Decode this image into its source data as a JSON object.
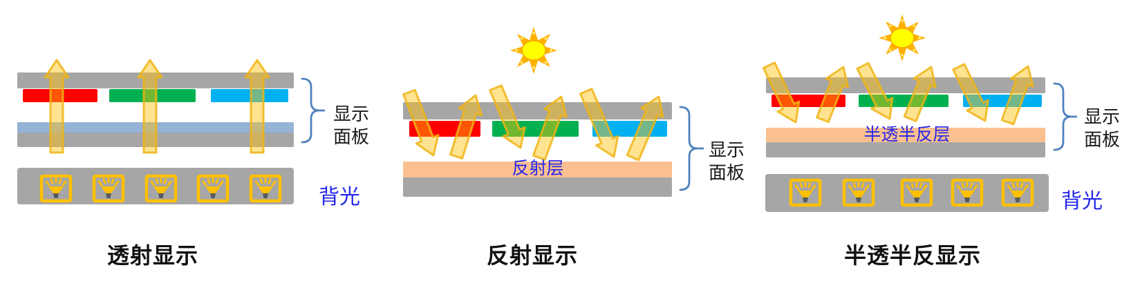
{
  "figure": {
    "background": "#ffffff",
    "panels": [
      {
        "id": "transmissive",
        "title": "透射显示",
        "brace_label_line1": "显示",
        "brace_label_line2": "面板",
        "backlight_label": "背光",
        "lamp_count": 5,
        "light_arrow_count": 3
      },
      {
        "id": "reflective",
        "title": "反射显示",
        "brace_label_line1": "显示",
        "brace_label_line2": "面板",
        "reflective_layer_label": "反射层",
        "light_arrow_count": 6
      },
      {
        "id": "transflective",
        "title": "半透半反显示",
        "brace_label_line1": "显示",
        "brace_label_line2": "面板",
        "transflective_layer_label": "半透半反层",
        "backlight_label": "背光",
        "lamp_count": 5,
        "light_arrow_count": 6
      }
    ],
    "icons": {
      "sun": "sun-icon",
      "lamp": "backlight-lamp-icon",
      "up_arrow": "light-up-arrow-icon",
      "down_arrow": "light-down-arrow-icon",
      "brace": "display-panel-brace"
    },
    "colors": {
      "glass_gray": "#A6A6A6",
      "filter_red": "#FF0000",
      "filter_green": "#00B050",
      "filter_blue": "#00B0F0",
      "lc_layer_blue": "#95B3D7",
      "reflector_peach": "#FAC090",
      "arrow_gold": "#FFC000",
      "sun_orange": "#FFB000",
      "sun_yellow": "#FFFF00",
      "brace_blue": "#4F81BD",
      "label_blue": "#2526EE",
      "title_black": "#111111",
      "lamp_stem_gray": "#595959"
    }
  }
}
